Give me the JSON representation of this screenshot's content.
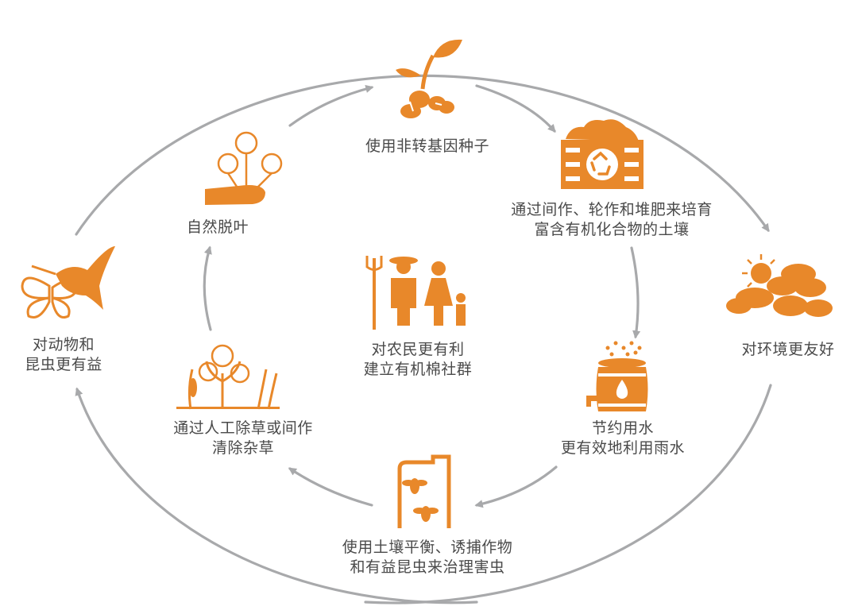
{
  "colors": {
    "accent": "#e8882a",
    "arrow": "#a8a9ab",
    "text": "#4a4a4a"
  },
  "nodes": {
    "seeds": {
      "icon": "sprout-icon",
      "lines": [
        "使用非转基因种子"
      ]
    },
    "soil": {
      "icon": "compost-bin-icon",
      "lines": [
        "通过间作、轮作和堆肥来培育",
        "富含有机化合物的土壤"
      ]
    },
    "water": {
      "icon": "rain-barrel-icon",
      "lines": [
        "节约用水",
        "更有效地利用雨水"
      ]
    },
    "pests": {
      "icon": "insect-trap-icon",
      "lines": [
        "使用土壤平衡、诱捕作物",
        "和有益昆虫来治理害虫"
      ]
    },
    "weeds": {
      "icon": "cotton-plants-icon",
      "lines": [
        "通过人工除草或间作",
        "清除杂草"
      ]
    },
    "defoliate": {
      "icon": "cotton-hand-icon",
      "lines": [
        "自然脱叶"
      ]
    },
    "farmers": {
      "icon": "farmer-family-icon",
      "lines": [
        "对农民更有利",
        "建立有机棉社群"
      ]
    },
    "environment": {
      "icon": "sun-clouds-icon",
      "lines": [
        "对环境更友好"
      ]
    },
    "animals": {
      "icon": "bird-butterfly-icon",
      "lines": [
        "对动物和",
        "昆虫更有益"
      ]
    }
  }
}
